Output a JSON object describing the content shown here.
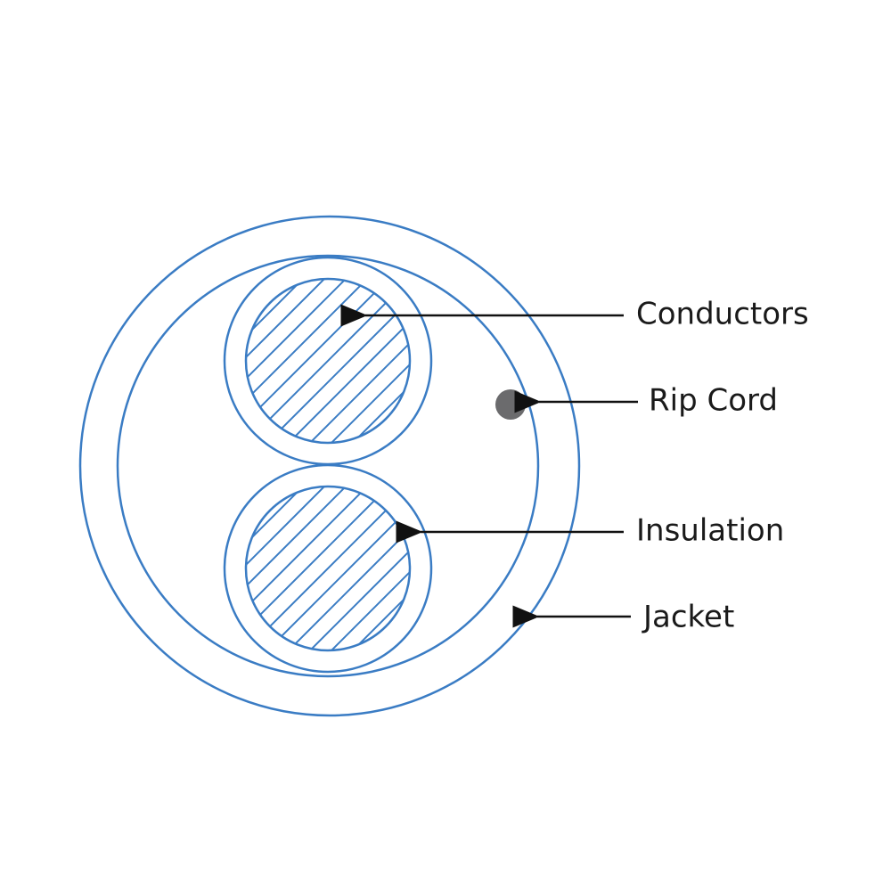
{
  "diagram": {
    "colors": {
      "outline": "#3a7cc4",
      "arrow": "#111111",
      "rip_cord": "#6b6b6d",
      "text": "#1a1a1a"
    },
    "labels": {
      "conductors": "Conductors",
      "rip_cord": "Rip Cord",
      "insulation": "Insulation",
      "jacket": "Jacket"
    }
  }
}
